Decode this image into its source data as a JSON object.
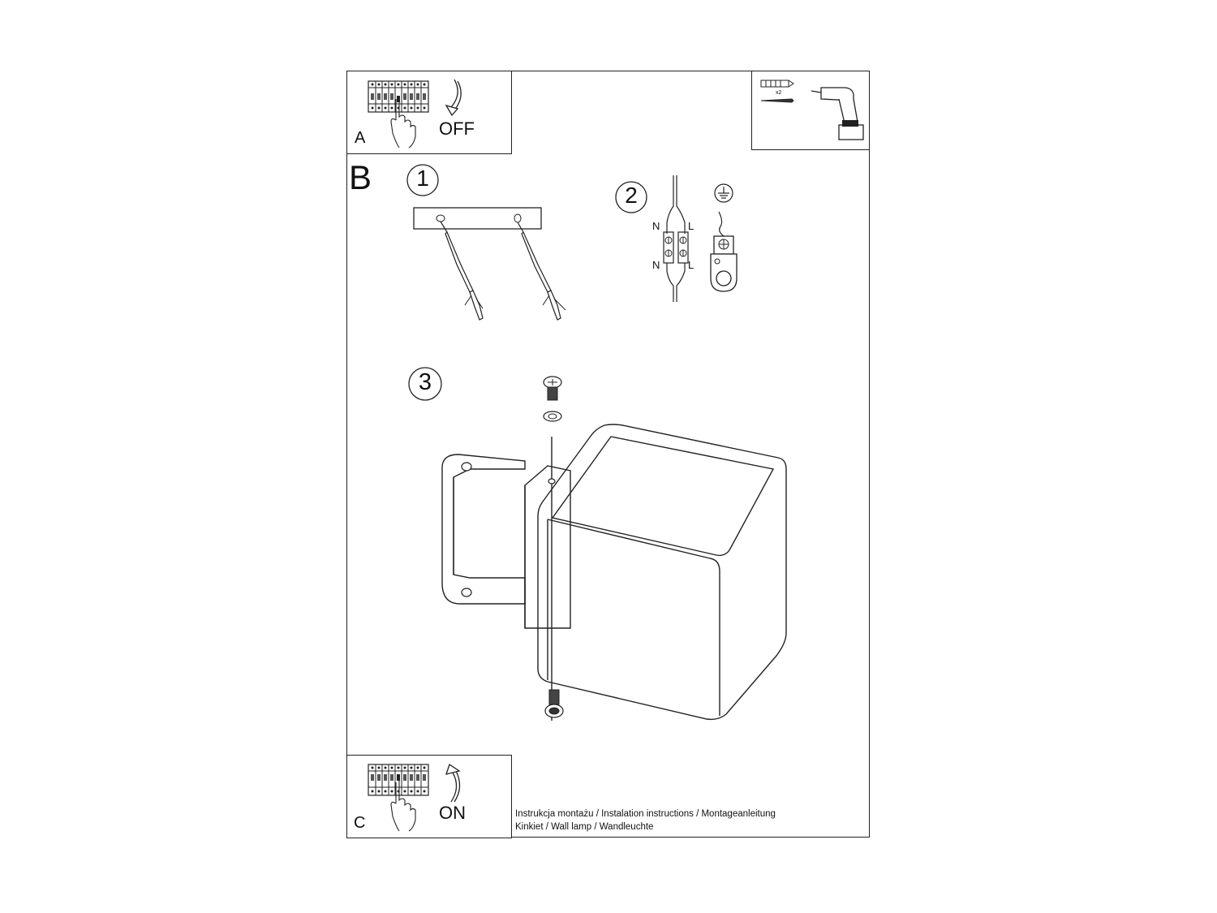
{
  "panel_a": {
    "letter": "A",
    "action": "OFF"
  },
  "panel_b": {
    "letter": "B",
    "steps": [
      "1",
      "2",
      "3"
    ]
  },
  "wiring": {
    "neutral": "N",
    "live": "L"
  },
  "tools": {
    "quantity": "x2",
    "icons": [
      "wall-plug-icon",
      "screw-icon",
      "drill-icon"
    ]
  },
  "panel_c": {
    "letter": "C",
    "action": "ON"
  },
  "footer": {
    "line1": "Instrukcja montażu / Instalation instructions / Montageanleitung",
    "line2": "Kinkiet  / Wall lamp / Wandleuchte"
  }
}
